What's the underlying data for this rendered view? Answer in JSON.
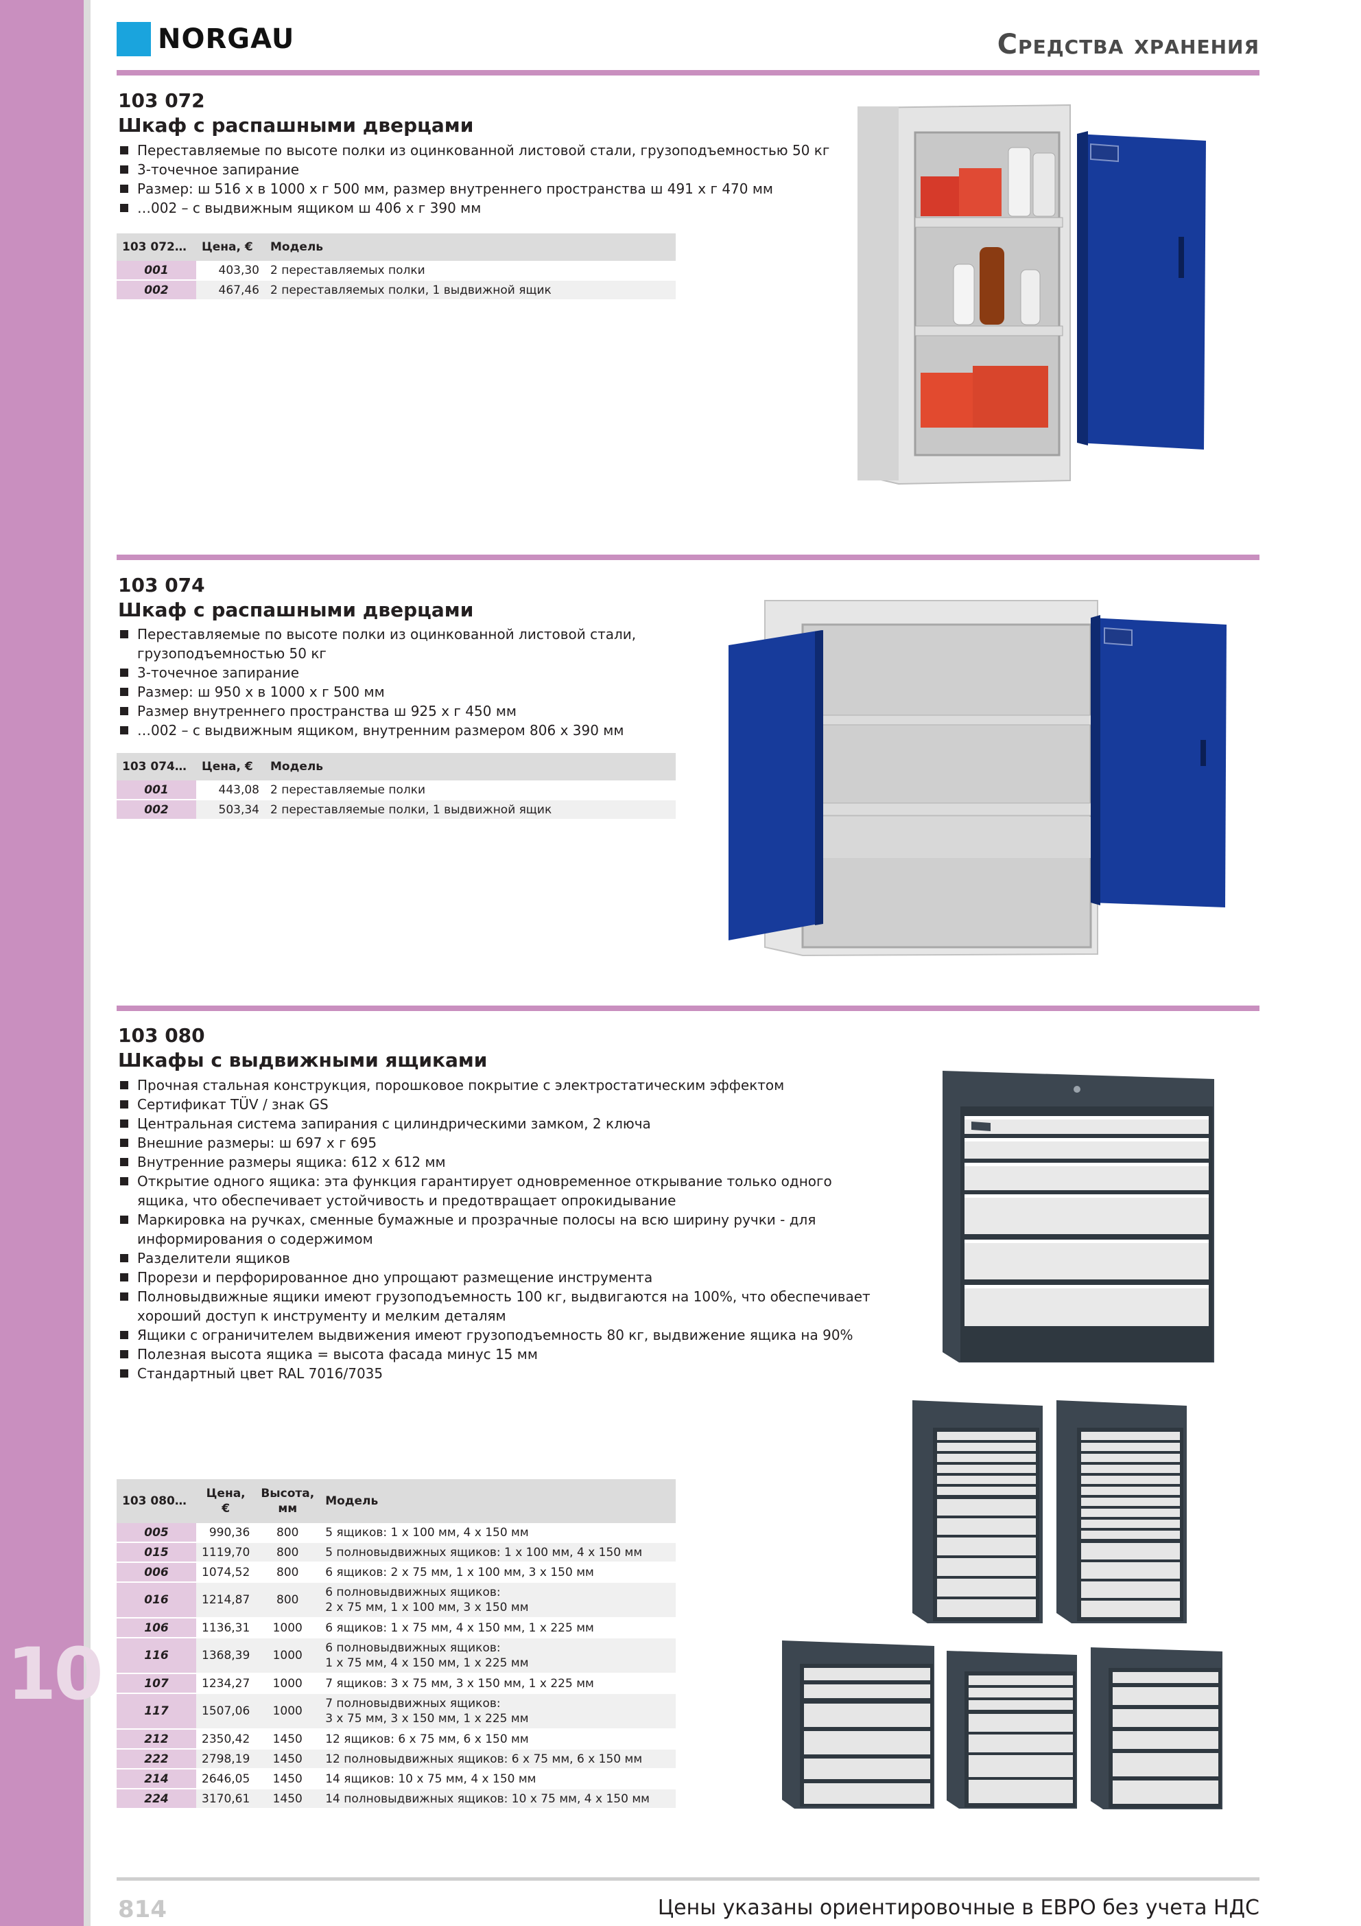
{
  "header": {
    "brand": "NORGAU",
    "title": "Средства хранения"
  },
  "chapter": "10",
  "footer": {
    "page": "814",
    "note": "Цены указаны ориентировочные в ЕВРО без учета НДС"
  },
  "colors": {
    "accent": "#c98fbf",
    "brand_blue": "#1aa4dd",
    "door_blue": "#173b9b",
    "cabinet_grey": "#e2e2e2",
    "anthracite": "#3c4650"
  },
  "products": [
    {
      "code": "103 072",
      "title": "Шкаф с распашными дверцами",
      "bullets": [
        "Переставляемые по высоте полки из оцинкованной листовой стали, грузоподъемностью 50 кг",
        "3-точечное запирание",
        "Размер: ш 516 x в 1000 x г 500 мм, размер внутреннего пространства ш 491 x г 470 мм",
        "…002 – с выдвижным ящиком ш 406 x г 390 мм"
      ],
      "table": {
        "headers": [
          "103 072…",
          "Цена, €",
          "Модель"
        ],
        "rows": [
          [
            "001",
            "403,30",
            "2 переставляемых полки"
          ],
          [
            "002",
            "467,46",
            "2 переставляемых полки, 1 выдвижной ящик"
          ]
        ]
      }
    },
    {
      "code": "103 074",
      "title": "Шкаф с распашными дверцами",
      "bullets": [
        "Переставляемые по высоте полки из оцинкованной листовой стали, грузоподъемностью 50 кг",
        "3-точечное запирание",
        "Размер: ш 950 x в 1000 x г 500 мм",
        "Размер внутреннего пространства ш 925 x г 450 мм",
        "…002 – с выдвижным ящиком, внутренним размером 806 x 390 мм"
      ],
      "table": {
        "headers": [
          "103 074…",
          "Цена, €",
          "Модель"
        ],
        "rows": [
          [
            "001",
            "443,08",
            "2 переставляемые полки"
          ],
          [
            "002",
            "503,34",
            "2 переставляемые полки, 1 выдвижной ящик"
          ]
        ]
      }
    },
    {
      "code": "103 080",
      "title": "Шкафы с выдвижными ящиками",
      "bullets": [
        "Прочная стальная конструкция, порошковое покрытие с электростатическим эффектом",
        "Сертификат TÜV / знак GS",
        "Центральная система запирания с цилиндрическими замком, 2 ключа",
        "Внешние размеры: ш 697 x г 695",
        "Внутренние размеры ящика: 612 x 612 мм",
        "Открытие одного ящика: эта функция гарантирует одновременное открывание только одного ящика, что обеспечивает устойчивость и предотвращает опрокидывание",
        "Маркировка на ручках, сменные бумажные и прозрачные полосы на всю ширину ручки - для информирования о содержимом",
        "Разделители ящиков",
        "Прорези и перфорированное дно упрощают размещение инструмента",
        "Полновыдвижные ящики имеют грузоподъемность 100 кг, выдвигаются на 100%, что обеспечивает хороший доступ к инструменту и мелким деталям",
        "Ящики с ограничителем выдвижения имеют грузоподъемность 80 кг, выдвижение ящика на 90%",
        "Полезная высота ящика = высота фасада минус 15 мм",
        "Стандартный цвет RAL 7016/7035"
      ],
      "table": {
        "headers": [
          "103 080…",
          "Цена, €",
          "Высота, мм",
          "Модель"
        ],
        "rows": [
          [
            "005",
            "990,36",
            "800",
            "5 ящиков:  1 x 100 мм, 4 x 150 мм"
          ],
          [
            "015",
            "1119,70",
            "800",
            "5 полновыдвижных ящиков:  1 x 100 мм, 4 x 150 мм"
          ],
          [
            "006",
            "1074,52",
            "800",
            "6 ящиков:  2 x 75 мм, 1 x 100 мм, 3 x 150 мм"
          ],
          [
            "016",
            "1214,87",
            "800",
            "6 полновыдвижных ящиков:",
            "2 x 75 мм, 1 x 100 мм, 3 x 150 мм"
          ],
          [
            "106",
            "1136,31",
            "1000",
            "6 ящиков:  1 x 75 мм, 4 x 150 мм, 1 x 225 мм"
          ],
          [
            "116",
            "1368,39",
            "1000",
            "6 полновыдвижных ящиков:",
            "1 x 75 мм, 4 x 150 мм, 1 x 225 мм"
          ],
          [
            "107",
            "1234,27",
            "1000",
            "7 ящиков:  3 x 75 мм, 3 x 150 мм, 1 x 225 мм"
          ],
          [
            "117",
            "1507,06",
            "1000",
            "7 полновыдвижных ящиков:",
            "3 x 75 мм, 3 x 150 мм, 1 x 225 мм"
          ],
          [
            "212",
            "2350,42",
            "1450",
            "12 ящиков:  6 x 75 мм, 6 x 150 мм"
          ],
          [
            "222",
            "2798,19",
            "1450",
            "12 полновыдвижных ящиков:  6 x 75 мм, 6 x 150 мм"
          ],
          [
            "214",
            "2646,05",
            "1450",
            "14 ящиков:  10 x 75 мм, 4 x 150 мм"
          ],
          [
            "224",
            "3170,61",
            "1450",
            "14 полновыдвижных ящиков:  10 x 75 мм, 4 x 150 мм"
          ]
        ]
      }
    }
  ]
}
